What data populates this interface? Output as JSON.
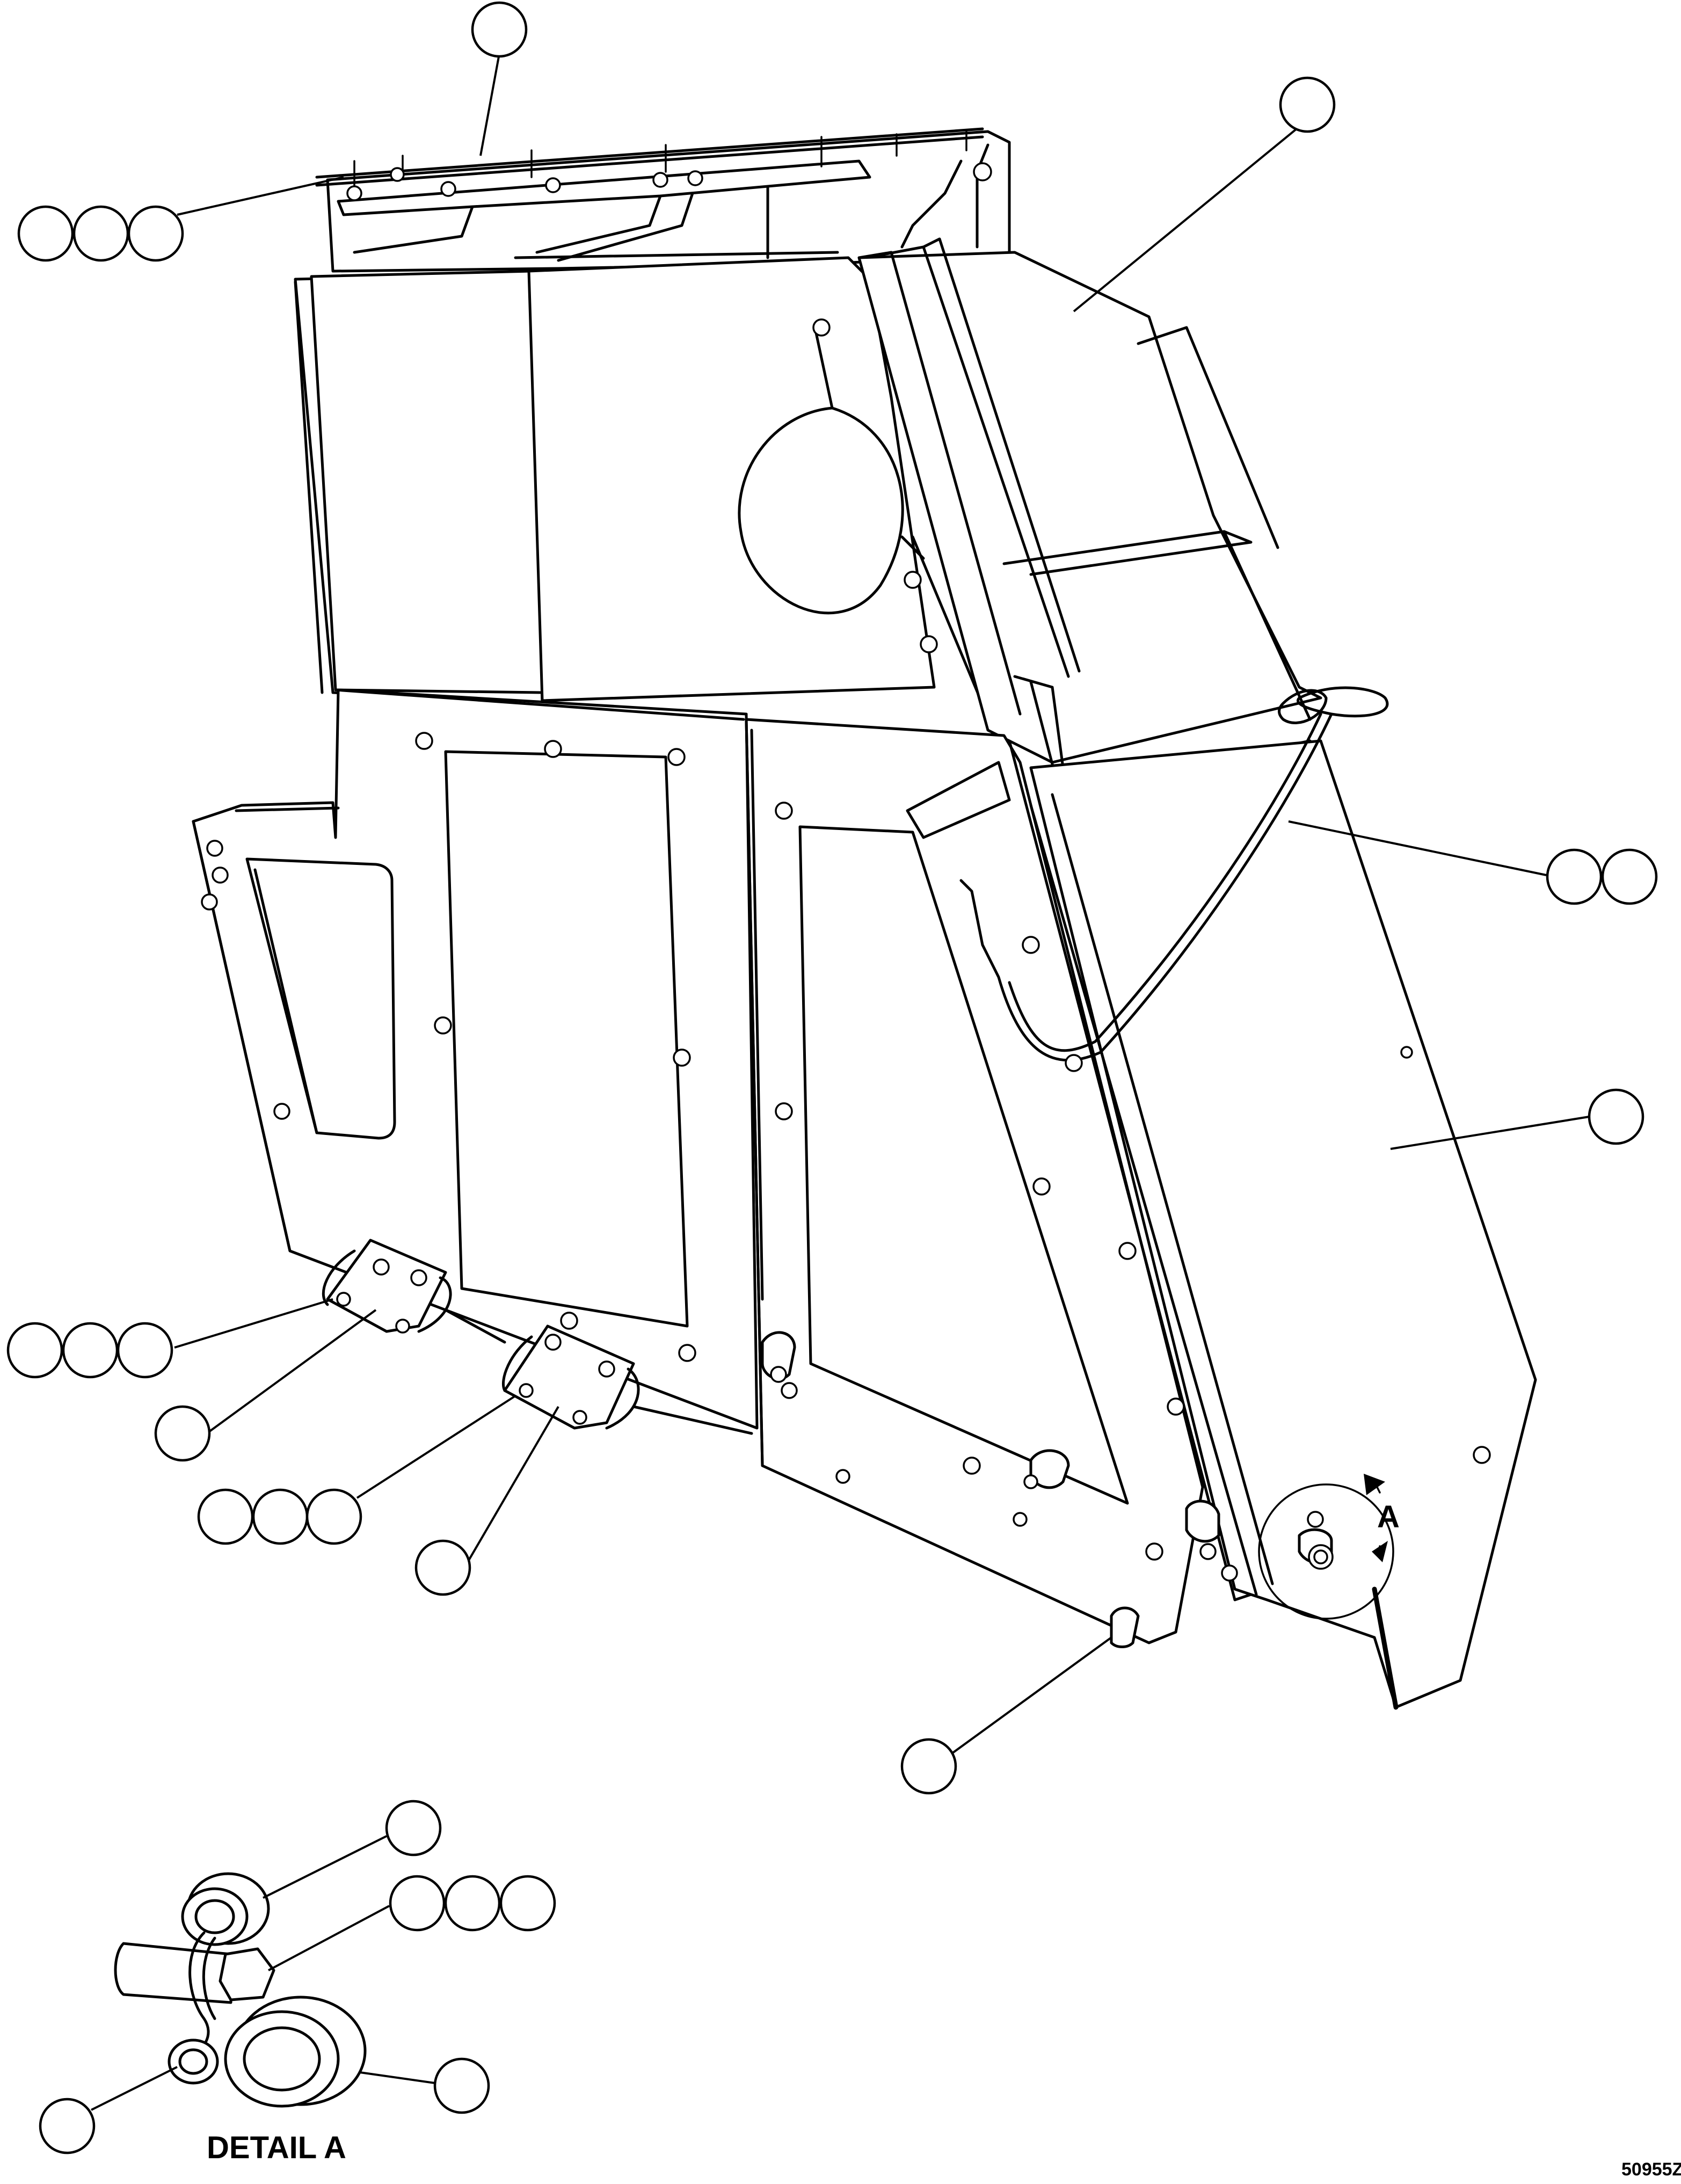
{
  "drawing": {
    "detail_label": "DETAIL A",
    "view_marker": "A",
    "drawing_number": "50955Z"
  }
}
